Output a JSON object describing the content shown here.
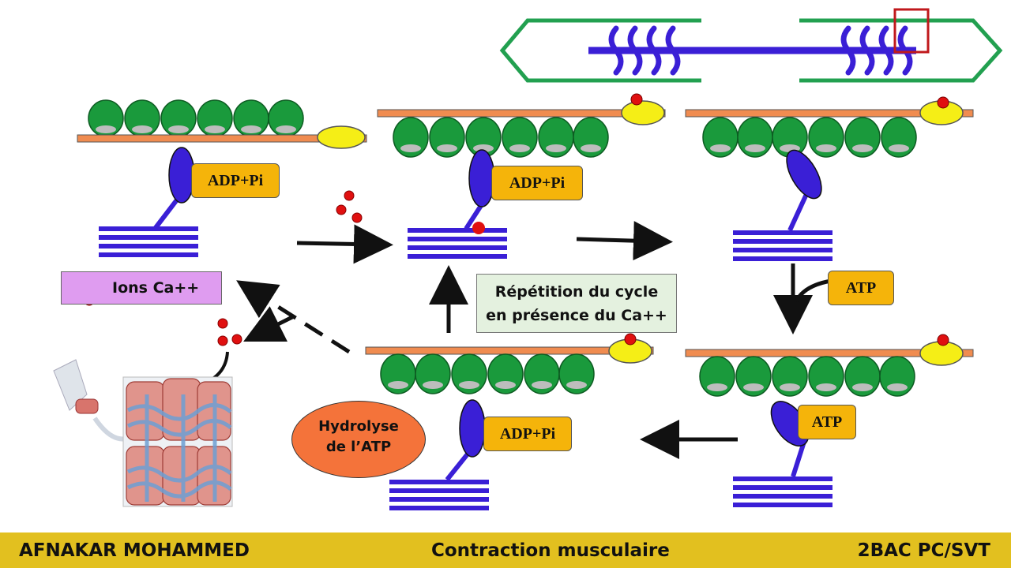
{
  "diagram": {
    "labels": {
      "adp_1": "ADP+Pi",
      "adp_2": "ADP+Pi",
      "adp_3": "ADP+Pi",
      "atp_side": "ATP",
      "atp_bound": "ATP",
      "ions": "Ions Ca++",
      "repeat_line1": "Répétition du cycle",
      "repeat_line2": "en présence du Ca++",
      "hydrolysis_line1": "Hydrolyse",
      "hydrolysis_line2": "de l’ATP"
    },
    "colors": {
      "actin_monomer": "#1a9a3c",
      "actin_inner": "#bdbdbd",
      "tropomyosin": "#f08c50",
      "troponin": "#f5ee16",
      "myosin": "#3a1fd6",
      "calcium": "#e01010",
      "sarcomere_outline": "#22a050",
      "atp_box": "#f5b40a",
      "ions_box": "#df9cf0",
      "repeat_box": "#e4f1df",
      "hydrolysis": "#f4733a",
      "footer": "#e2c01f"
    }
  },
  "footer": {
    "author": "AFNAKAR MOHAMMED",
    "title": "Contraction musculaire",
    "level": "2BAC PC/SVT"
  }
}
